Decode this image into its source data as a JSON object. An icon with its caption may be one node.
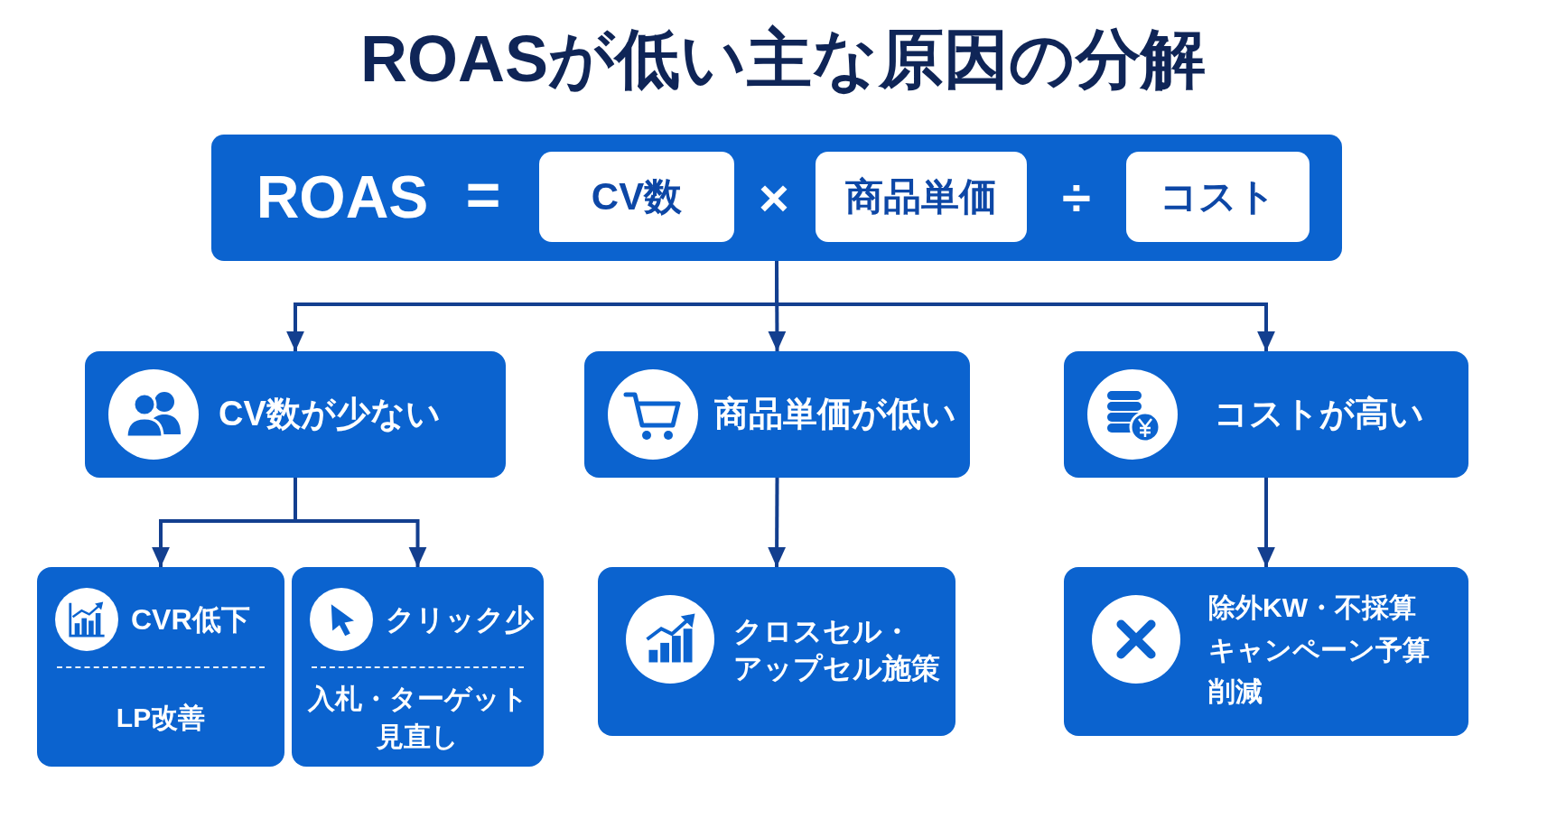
{
  "diagram": {
    "title": "ROASが低い主な原因の分解",
    "nodes": [
      {
        "text": [
          "ROAS",
          "=",
          "×",
          "÷"
        ]
      },
      {
        "text": [
          "CV数"
        ],
        "in": 0
      },
      {
        "text": [
          "商品単価"
        ],
        "in": 0
      },
      {
        "text": [
          "コスト"
        ],
        "in": 0
      },
      {
        "text": [
          "CV数が少ない"
        ]
      },
      {
        "text": [
          "商品単価が低い"
        ]
      },
      {
        "text": [
          "コストが高い"
        ]
      },
      {
        "text": [
          "CVR低下",
          "LP改善"
        ]
      },
      {
        "text": [
          "クリック少",
          "入札・ターゲット見直し"
        ]
      },
      {
        "text": [
          "クロスセル・アップセル施策"
        ]
      },
      {
        "text": [
          "除外KW・不採算キャンペーン予算削減"
        ]
      }
    ],
    "edges": [
      {
        "from": 0,
        "to": 4,
        "arrow": "to"
      },
      {
        "from": 0,
        "to": 5,
        "arrow": "to"
      },
      {
        "from": 0,
        "to": 6,
        "arrow": "to"
      },
      {
        "from": 4,
        "to": 7,
        "arrow": "to"
      },
      {
        "from": 4,
        "to": 8,
        "arrow": "to"
      },
      {
        "from": 5,
        "to": 9,
        "arrow": "to"
      },
      {
        "from": 6,
        "to": 10,
        "arrow": "to"
      }
    ]
  }
}
